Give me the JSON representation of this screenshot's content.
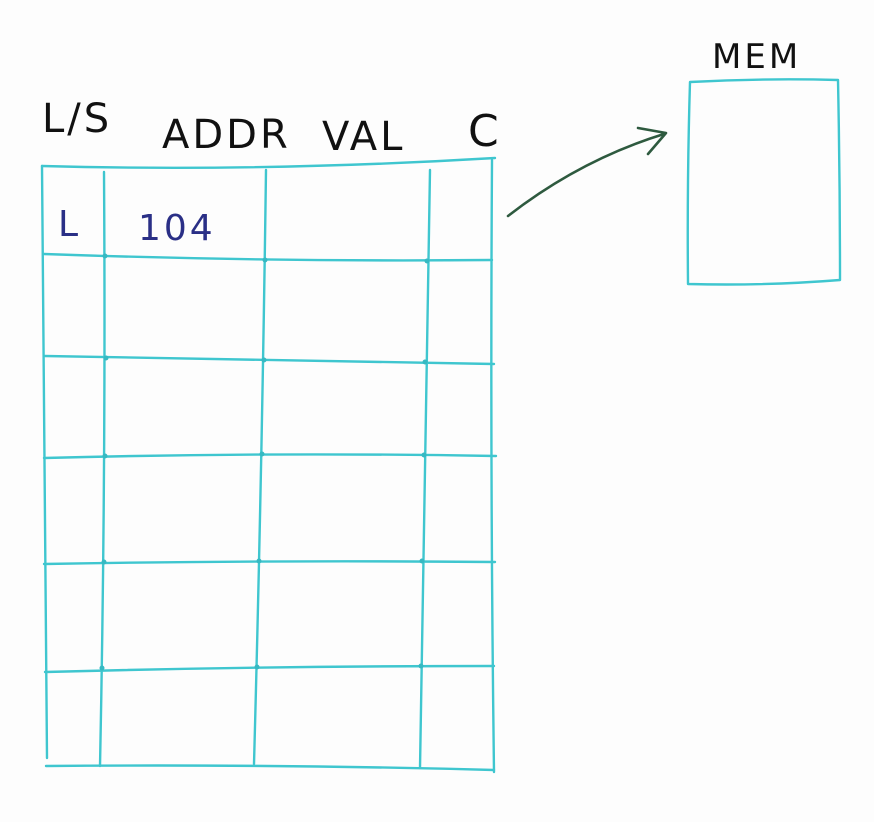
{
  "table": {
    "headers": [
      "L/S",
      "ADDR",
      "VAL",
      "C"
    ],
    "rows": [
      [
        "L",
        "104",
        "",
        ""
      ],
      [
        "",
        "",
        "",
        ""
      ],
      [
        "",
        "",
        "",
        ""
      ],
      [
        "",
        "",
        "",
        ""
      ],
      [
        "",
        "",
        "",
        ""
      ],
      [
        "",
        "",
        "",
        ""
      ]
    ]
  },
  "memory": {
    "label": "MEM"
  },
  "colors": {
    "grid": "#3fc6cf",
    "header_ink": "#111111",
    "entry_ink": "#2a2f86",
    "arrow": "#2e5a3f"
  }
}
